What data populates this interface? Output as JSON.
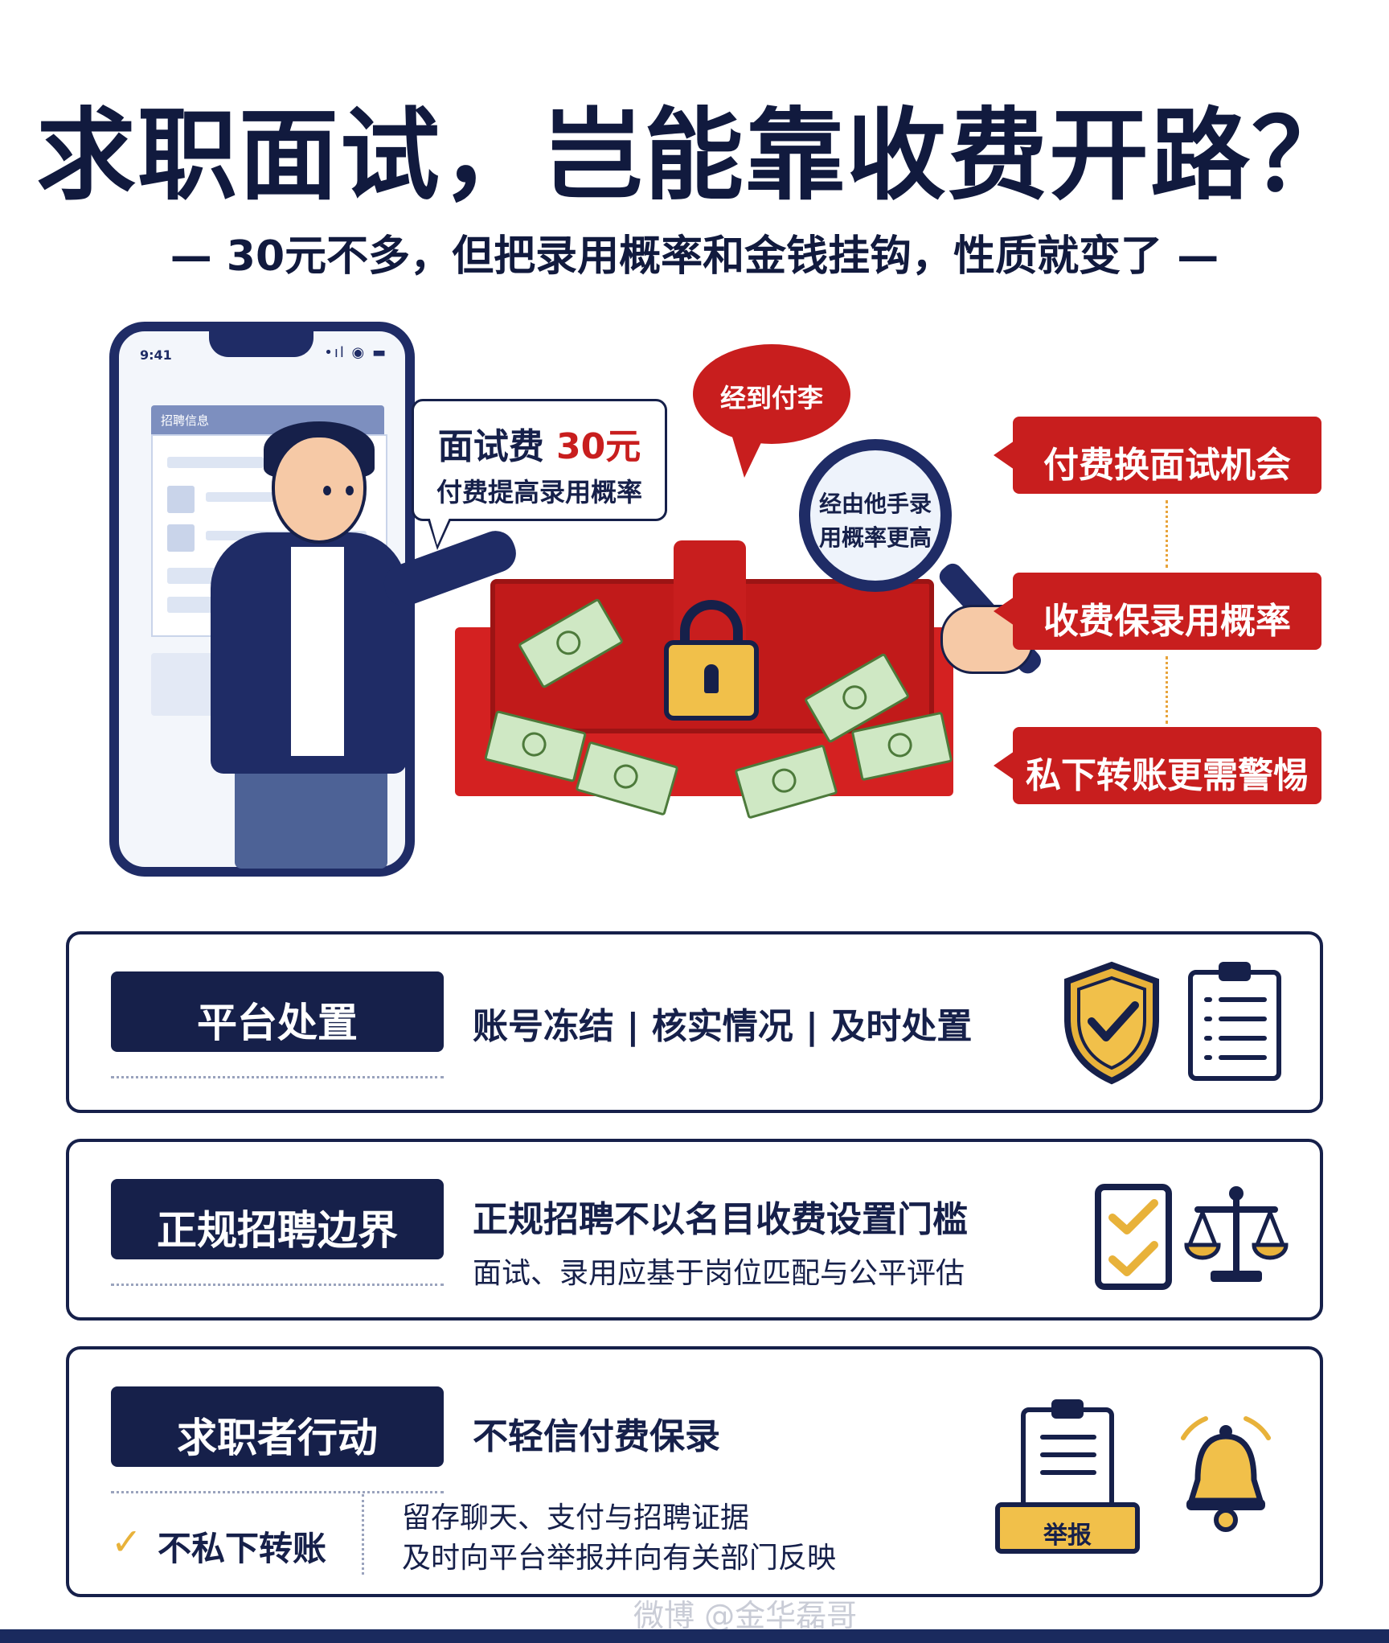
{
  "header": {
    "title": "求职面试，岂能靠收费开路？",
    "subtitle": "— 30元不多，但把录用概率和金钱挂钩，性质就变了 —"
  },
  "phone": {
    "time": "9:41",
    "status": "•ıl ◉ ▬",
    "header_text": "招聘信息"
  },
  "speech": {
    "line1_prefix": "面试费 ",
    "line1_amount": "30元",
    "line2": "付费提高录用概率"
  },
  "red_bubble": "经到付李",
  "magnifier": {
    "line1": "经由他手录",
    "line2": "用概率更高"
  },
  "warnings": [
    "付费换面试机会",
    "收费保录用概率",
    "私下转账更需警惕"
  ],
  "cards": [
    {
      "tag": "平台处置",
      "main": "账号冻结 | 核实情况 | 及时处置",
      "icons": [
        "shield-check-icon",
        "checklist-icon"
      ]
    },
    {
      "tag": "正规招聘边界",
      "main": "正规招聘不以名目收费设置门槛",
      "sub": "面试、录用应基于岗位匹配与公平评估",
      "icons": [
        "checkbox-list-icon",
        "scales-icon"
      ]
    },
    {
      "tag": "求职者行动",
      "main": "不轻信付费保录",
      "check_label": "不私下转账",
      "sub_lines": [
        "留存聊天、支付与招聘证据",
        "及时向平台举报并向有关部门反映"
      ],
      "report_label": "举报",
      "icons": [
        "report-clipboard-icon",
        "bell-icon"
      ]
    }
  ],
  "watermark": "微博 @金华磊哥",
  "colors": {
    "navy": "#16204a",
    "red": "#c81e1e",
    "gold": "#e8b23a"
  }
}
